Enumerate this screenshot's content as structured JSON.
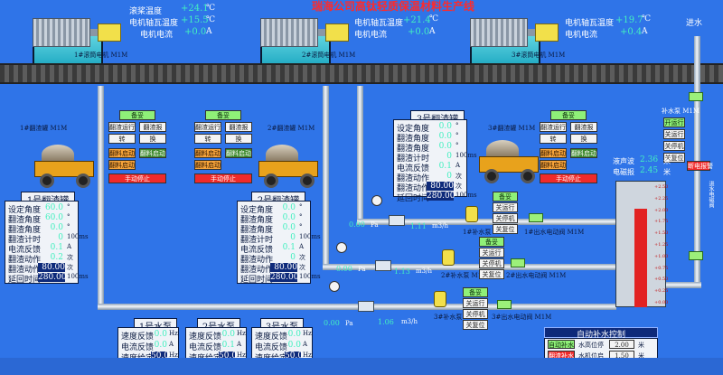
{
  "title": "瑞海公司高钛轻质保温材料生产线",
  "motors": [
    {
      "name": "1#滚筒电机 M1M",
      "params": [
        {
          "label": "滚桨温度",
          "value": "+24.1",
          "unit": "℃"
        },
        {
          "label": "电机轴瓦温度",
          "value": "+15.5",
          "unit": "℃"
        },
        {
          "label": "电机电流",
          "value": "+0.0",
          "unit": "A"
        }
      ]
    },
    {
      "name": "2#滚筒电机 M1M",
      "params": [
        {
          "label": "电机轴瓦温度",
          "value": "+21.4",
          "unit": "℃"
        },
        {
          "label": "电机电流",
          "value": "+0.0",
          "unit": "A"
        }
      ]
    },
    {
      "name": "3#滚筒电机 M1M",
      "params": [
        {
          "label": "电机轴瓦温度",
          "value": "+19.7",
          "unit": "℃"
        },
        {
          "label": "电机电流",
          "value": "+0.4",
          "unit": "A"
        }
      ]
    }
  ],
  "carts": [
    {
      "label": "1#翻渣罐 M1M"
    },
    {
      "label": "2#翻渣罐 M1M"
    },
    {
      "label": "3#翻渣罐 M1M"
    }
  ],
  "control_panels": [
    {
      "buttons": [
        "备妥",
        "翻渣运行",
        "翻渣报",
        "转",
        "换",
        "翻料启动",
        "翻料启动",
        "翻料启动",
        "手动停止"
      ]
    },
    {
      "buttons": [
        "备妥",
        "翻渣运行",
        "翻渣报",
        "转",
        "换",
        "翻料启动",
        "翻料启动",
        "翻料启动",
        "手动停止"
      ]
    },
    {
      "buttons": [
        "备妥",
        "翻渣运行",
        "翻渣报",
        "转",
        "换",
        "翻料启动",
        "翻料启动",
        "翻料启动",
        "手动停止"
      ]
    }
  ],
  "tank_panels": [
    {
      "title": "1号翻渣罐",
      "rows": [
        {
          "label": "设定角度",
          "value": "60.0",
          "unit": "°"
        },
        {
          "label": "翻渣角度",
          "value": "60.0",
          "unit": "°"
        },
        {
          "label": "翻渣角度",
          "value": "0.0",
          "unit": "°"
        },
        {
          "label": "翻渣计时",
          "value": "0",
          "unit": "100ms"
        },
        {
          "label": "电流反馈",
          "value": "0.1",
          "unit": "A"
        },
        {
          "label": "翻渣动作",
          "value": "0.2",
          "unit": "次"
        },
        {
          "label": "翻渣动作",
          "value": "80.00",
          "unit": "次"
        },
        {
          "label": "延回时间",
          "value": "280.00",
          "unit": "100ms"
        }
      ]
    },
    {
      "title": "2号翻渣罐",
      "rows": [
        {
          "label": "设定角度",
          "value": "0.0",
          "unit": "°"
        },
        {
          "label": "翻渣角度",
          "value": "0.0",
          "unit": "°"
        },
        {
          "label": "翻渣角度",
          "value": "0.0",
          "unit": "°"
        },
        {
          "label": "翻渣计时",
          "value": "0",
          "unit": "100ms"
        },
        {
          "label": "电流反馈",
          "value": "0.1",
          "unit": "A"
        },
        {
          "label": "翻渣动作",
          "value": "0",
          "unit": "次"
        },
        {
          "label": "翻渣动作",
          "value": "80.00",
          "unit": "次"
        },
        {
          "label": "延回时间",
          "value": "280.00",
          "unit": "100ms"
        }
      ]
    },
    {
      "title": "3号翻渣罐",
      "rows": [
        {
          "label": "设定角度",
          "value": "0.0",
          "unit": "°"
        },
        {
          "label": "翻渣角度",
          "value": "0.0",
          "unit": "°"
        },
        {
          "label": "翻渣角度",
          "value": "0.0",
          "unit": "°"
        },
        {
          "label": "翻渣计时",
          "value": "0",
          "unit": "100ms"
        },
        {
          "label": "电流反馈",
          "value": "0.1",
          "unit": "A"
        },
        {
          "label": "翻渣动作",
          "value": "0",
          "unit": "次"
        },
        {
          "label": "翻渣动作",
          "value": "80.00",
          "unit": "次"
        },
        {
          "label": "延回时间",
          "value": "280.00",
          "unit": "100ms"
        }
      ]
    }
  ],
  "pumps_panels": [
    {
      "title": "1号水泵",
      "rows": [
        {
          "label": "速度反馈",
          "value": "0.0",
          "unit": "Hz"
        },
        {
          "label": "电流反馈",
          "value": "0.0",
          "unit": "A"
        },
        {
          "label": "速度给定",
          "value": "50.00",
          "unit": "Hz"
        }
      ]
    },
    {
      "title": "2号水泵",
      "rows": [
        {
          "label": "速度反馈",
          "value": "0.0",
          "unit": "Hz"
        },
        {
          "label": "电流反馈",
          "value": "0.1",
          "unit": "A"
        },
        {
          "label": "速度给定",
          "value": "50.00",
          "unit": "Hz"
        }
      ]
    },
    {
      "title": "3号水泵",
      "rows": [
        {
          "label": "速度反馈",
          "value": "0.0",
          "unit": "Hz"
        },
        {
          "label": "电流反馈",
          "value": "0.0",
          "unit": "A"
        },
        {
          "label": "速度给定",
          "value": "50.00",
          "unit": "Hz"
        }
      ]
    }
  ],
  "flow_lines": [
    {
      "pressure": "0.00",
      "pressure_unit": "Pa",
      "flow": "1.11",
      "flow_unit": "m3/h",
      "pump": "1#补水泵 M1M",
      "motor": "1#出水电动阀 M1M"
    },
    {
      "pressure": "0.00",
      "pressure_unit": "Pa",
      "flow": "1.13",
      "flow_unit": "m3/h",
      "pump": "2#补水泵 M1M",
      "motor": "2#出水电动阀 M1M"
    },
    {
      "pressure": "0.00",
      "pressure_unit": "Pa",
      "flow": "1.06",
      "flow_unit": "m3/h",
      "pump": "3#补水泵 M1M",
      "motor": "3#出水电动阀 M1M"
    }
  ],
  "pump_buttons": [
    "备妥",
    "关运行",
    "关停机",
    "关复位"
  ],
  "water_inlet": "进水",
  "side_labels": {
    "make_valve": "补水泵 M1M",
    "inlet_valve": "进水电磁阀",
    "valve_on": "开运行",
    "valve_off": "关运行",
    "valve_stop": "关停机",
    "valve_reset": "关复位",
    "valve_alarm": "断电报警"
  },
  "level": {
    "label1": "液声波",
    "value1": "2.36",
    "unit1": "米",
    "label2": "电磁报",
    "value2": "2.45",
    "unit2": "米",
    "percent": 0.78
  },
  "level_ticks": [
    "+2.50",
    "+2.25",
    "+2.00",
    "+1.75",
    "+1.50",
    "+1.25",
    "+1.00",
    "+0.75",
    "+0.50",
    "+0.25",
    "+0.00"
  ],
  "auto_panel": {
    "title": "自动补水控制",
    "row1_label": "水高位停",
    "row1_value": "2.00",
    "row1_unit": "米",
    "row2_label": "水机位启",
    "row2_value": "1.50",
    "row2_unit": "米",
    "btn1": "自动补水",
    "btn2": "翻渣补水"
  },
  "colors": {
    "bg": "#2f74e8",
    "value": "#43f0c0",
    "title": "#ff2a2a",
    "cart": "#e8a21c"
  }
}
